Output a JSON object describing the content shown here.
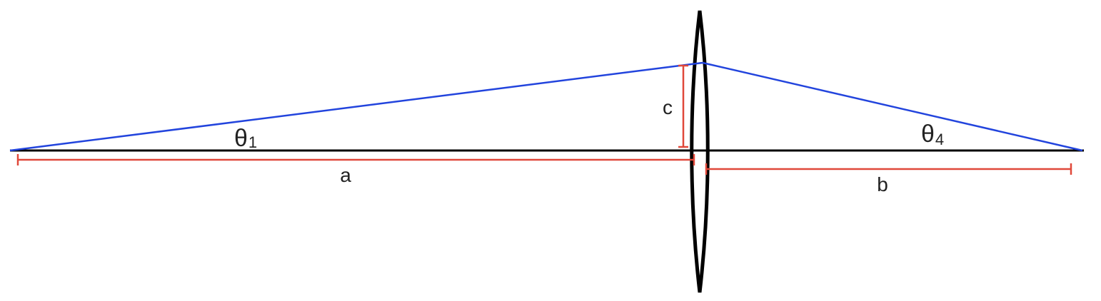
{
  "colors": {
    "axis": "#000000",
    "ray": "#2244dd",
    "dimension": "#e0483a",
    "lens": "#000000",
    "text": "#222222"
  },
  "labels": {
    "theta1_symbol": "θ",
    "theta1_subscript": "1",
    "theta4_symbol": "θ",
    "theta4_subscript": "4",
    "dim_a": "a",
    "dim_b": "b",
    "dim_c": "c"
  }
}
